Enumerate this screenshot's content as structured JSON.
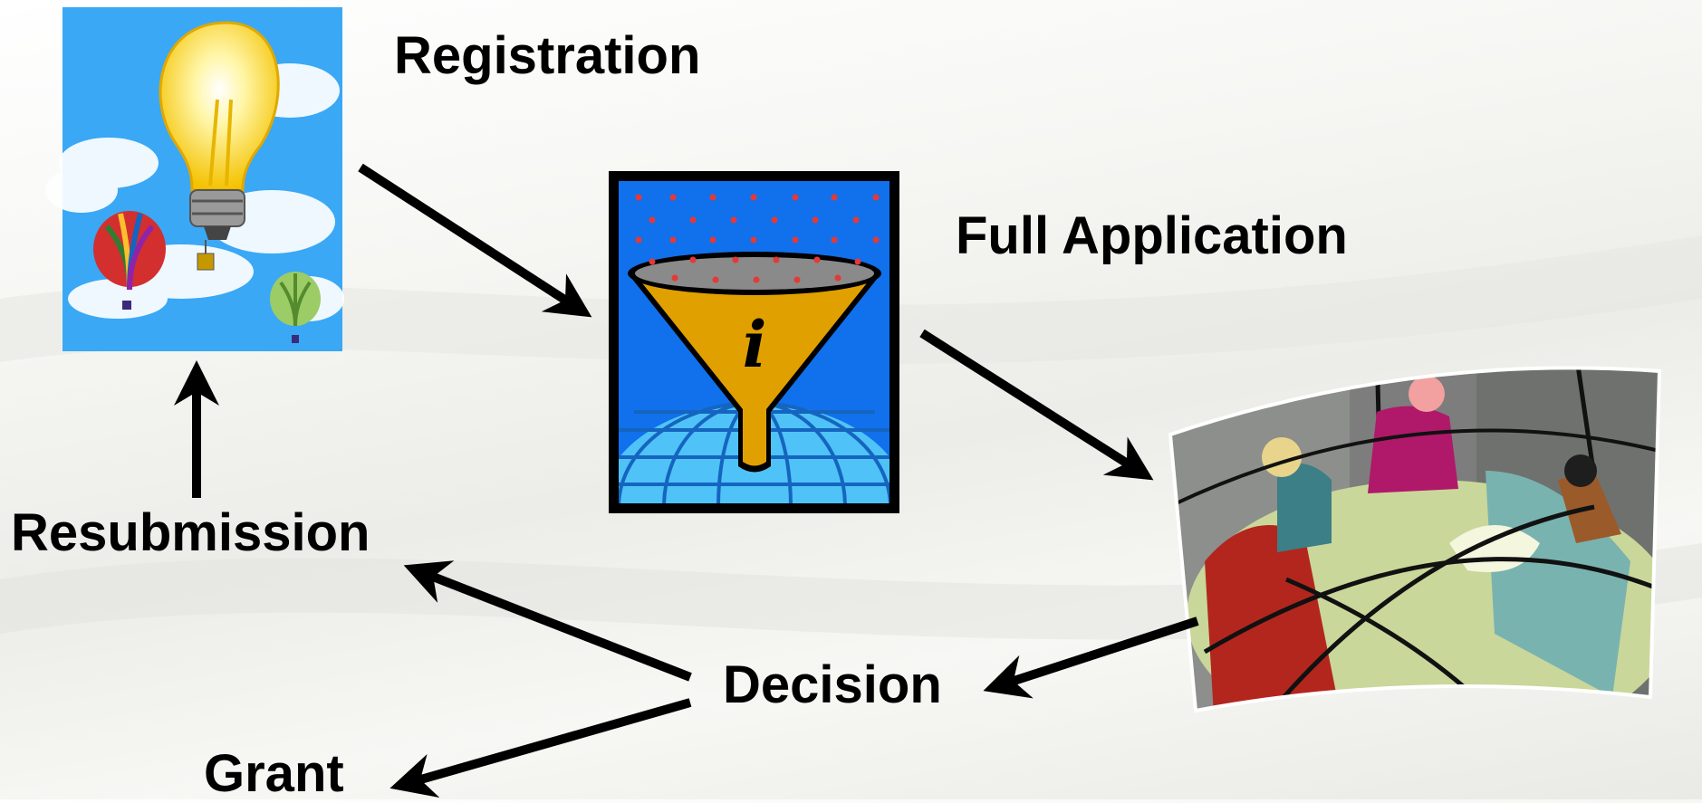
{
  "stages": {
    "registration": "Registration",
    "full_application": "Full Application",
    "decision": "Decision",
    "resubmission": "Resubmission",
    "grant": "Grant"
  },
  "icons": {
    "registration": "lightbulb-balloons-icon",
    "full_application": "info-funnel-globe-icon",
    "review": "meeting-people-icon"
  },
  "colors": {
    "sky": "#3aa8f5",
    "funnel": "#e0a000",
    "globe": "#4fc3f7",
    "arrow": "#000000"
  }
}
